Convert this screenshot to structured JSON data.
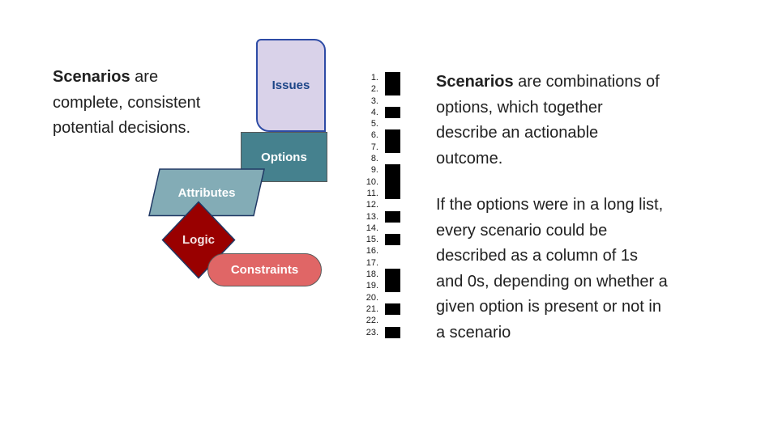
{
  "left_note": {
    "bold": "Scenarios",
    "after_bold": [
      " are",
      "complete, consistent",
      "potential decisions."
    ]
  },
  "shapes": {
    "issues": {
      "label": "Issues",
      "fill": "#d9d2e9",
      "border": "#2d4ba5",
      "text_color": "#1c4587"
    },
    "options": {
      "label": "Options",
      "fill": "#45818e",
      "border": "#595959",
      "text_color": "#ffffff"
    },
    "attributes": {
      "label": "Attributes",
      "fill": "#83acb6",
      "border": "#203864",
      "text_color": "#ffffff"
    },
    "logic": {
      "label": "Logic",
      "fill": "#990000",
      "border": "#203864",
      "text_color": "#f3e2e2"
    },
    "constraints": {
      "label": "Constraints",
      "fill": "#e06666",
      "border": "#595959",
      "text_color": "#ffffff"
    }
  },
  "binary_column": {
    "square_color": "#000000",
    "rows": [
      {
        "number": "1.",
        "bit": 1
      },
      {
        "number": "2.",
        "bit": 1
      },
      {
        "number": "3.",
        "bit": 0
      },
      {
        "number": "4.",
        "bit": 1
      },
      {
        "number": "5.",
        "bit": 0
      },
      {
        "number": "6.",
        "bit": 1
      },
      {
        "number": "7.",
        "bit": 1
      },
      {
        "number": "8.",
        "bit": 0
      },
      {
        "number": "9.",
        "bit": 1
      },
      {
        "number": "10.",
        "bit": 1
      },
      {
        "number": "11.",
        "bit": 1
      },
      {
        "number": "12.",
        "bit": 0
      },
      {
        "number": "13.",
        "bit": 1
      },
      {
        "number": "14.",
        "bit": 0
      },
      {
        "number": "15.",
        "bit": 1
      },
      {
        "number": "16.",
        "bit": 0
      },
      {
        "number": "17.",
        "bit": 0
      },
      {
        "number": "18.",
        "bit": 1
      },
      {
        "number": "19.",
        "bit": 1
      },
      {
        "number": "20.",
        "bit": 0
      },
      {
        "number": "21.",
        "bit": 1
      },
      {
        "number": "22.",
        "bit": 0
      },
      {
        "number": "23.",
        "bit": 1
      }
    ]
  },
  "right_note": {
    "para1_bold": "Scenarios",
    "para1_after_bold": [
      " are combinations of",
      "options, which together",
      "describe an actionable",
      "outcome."
    ],
    "para2": [
      "If the options were in a long list,",
      "every scenario could be",
      "described as a column of 1s",
      "and 0s, depending on whether a",
      "given option is present or not in",
      "a scenario"
    ]
  }
}
